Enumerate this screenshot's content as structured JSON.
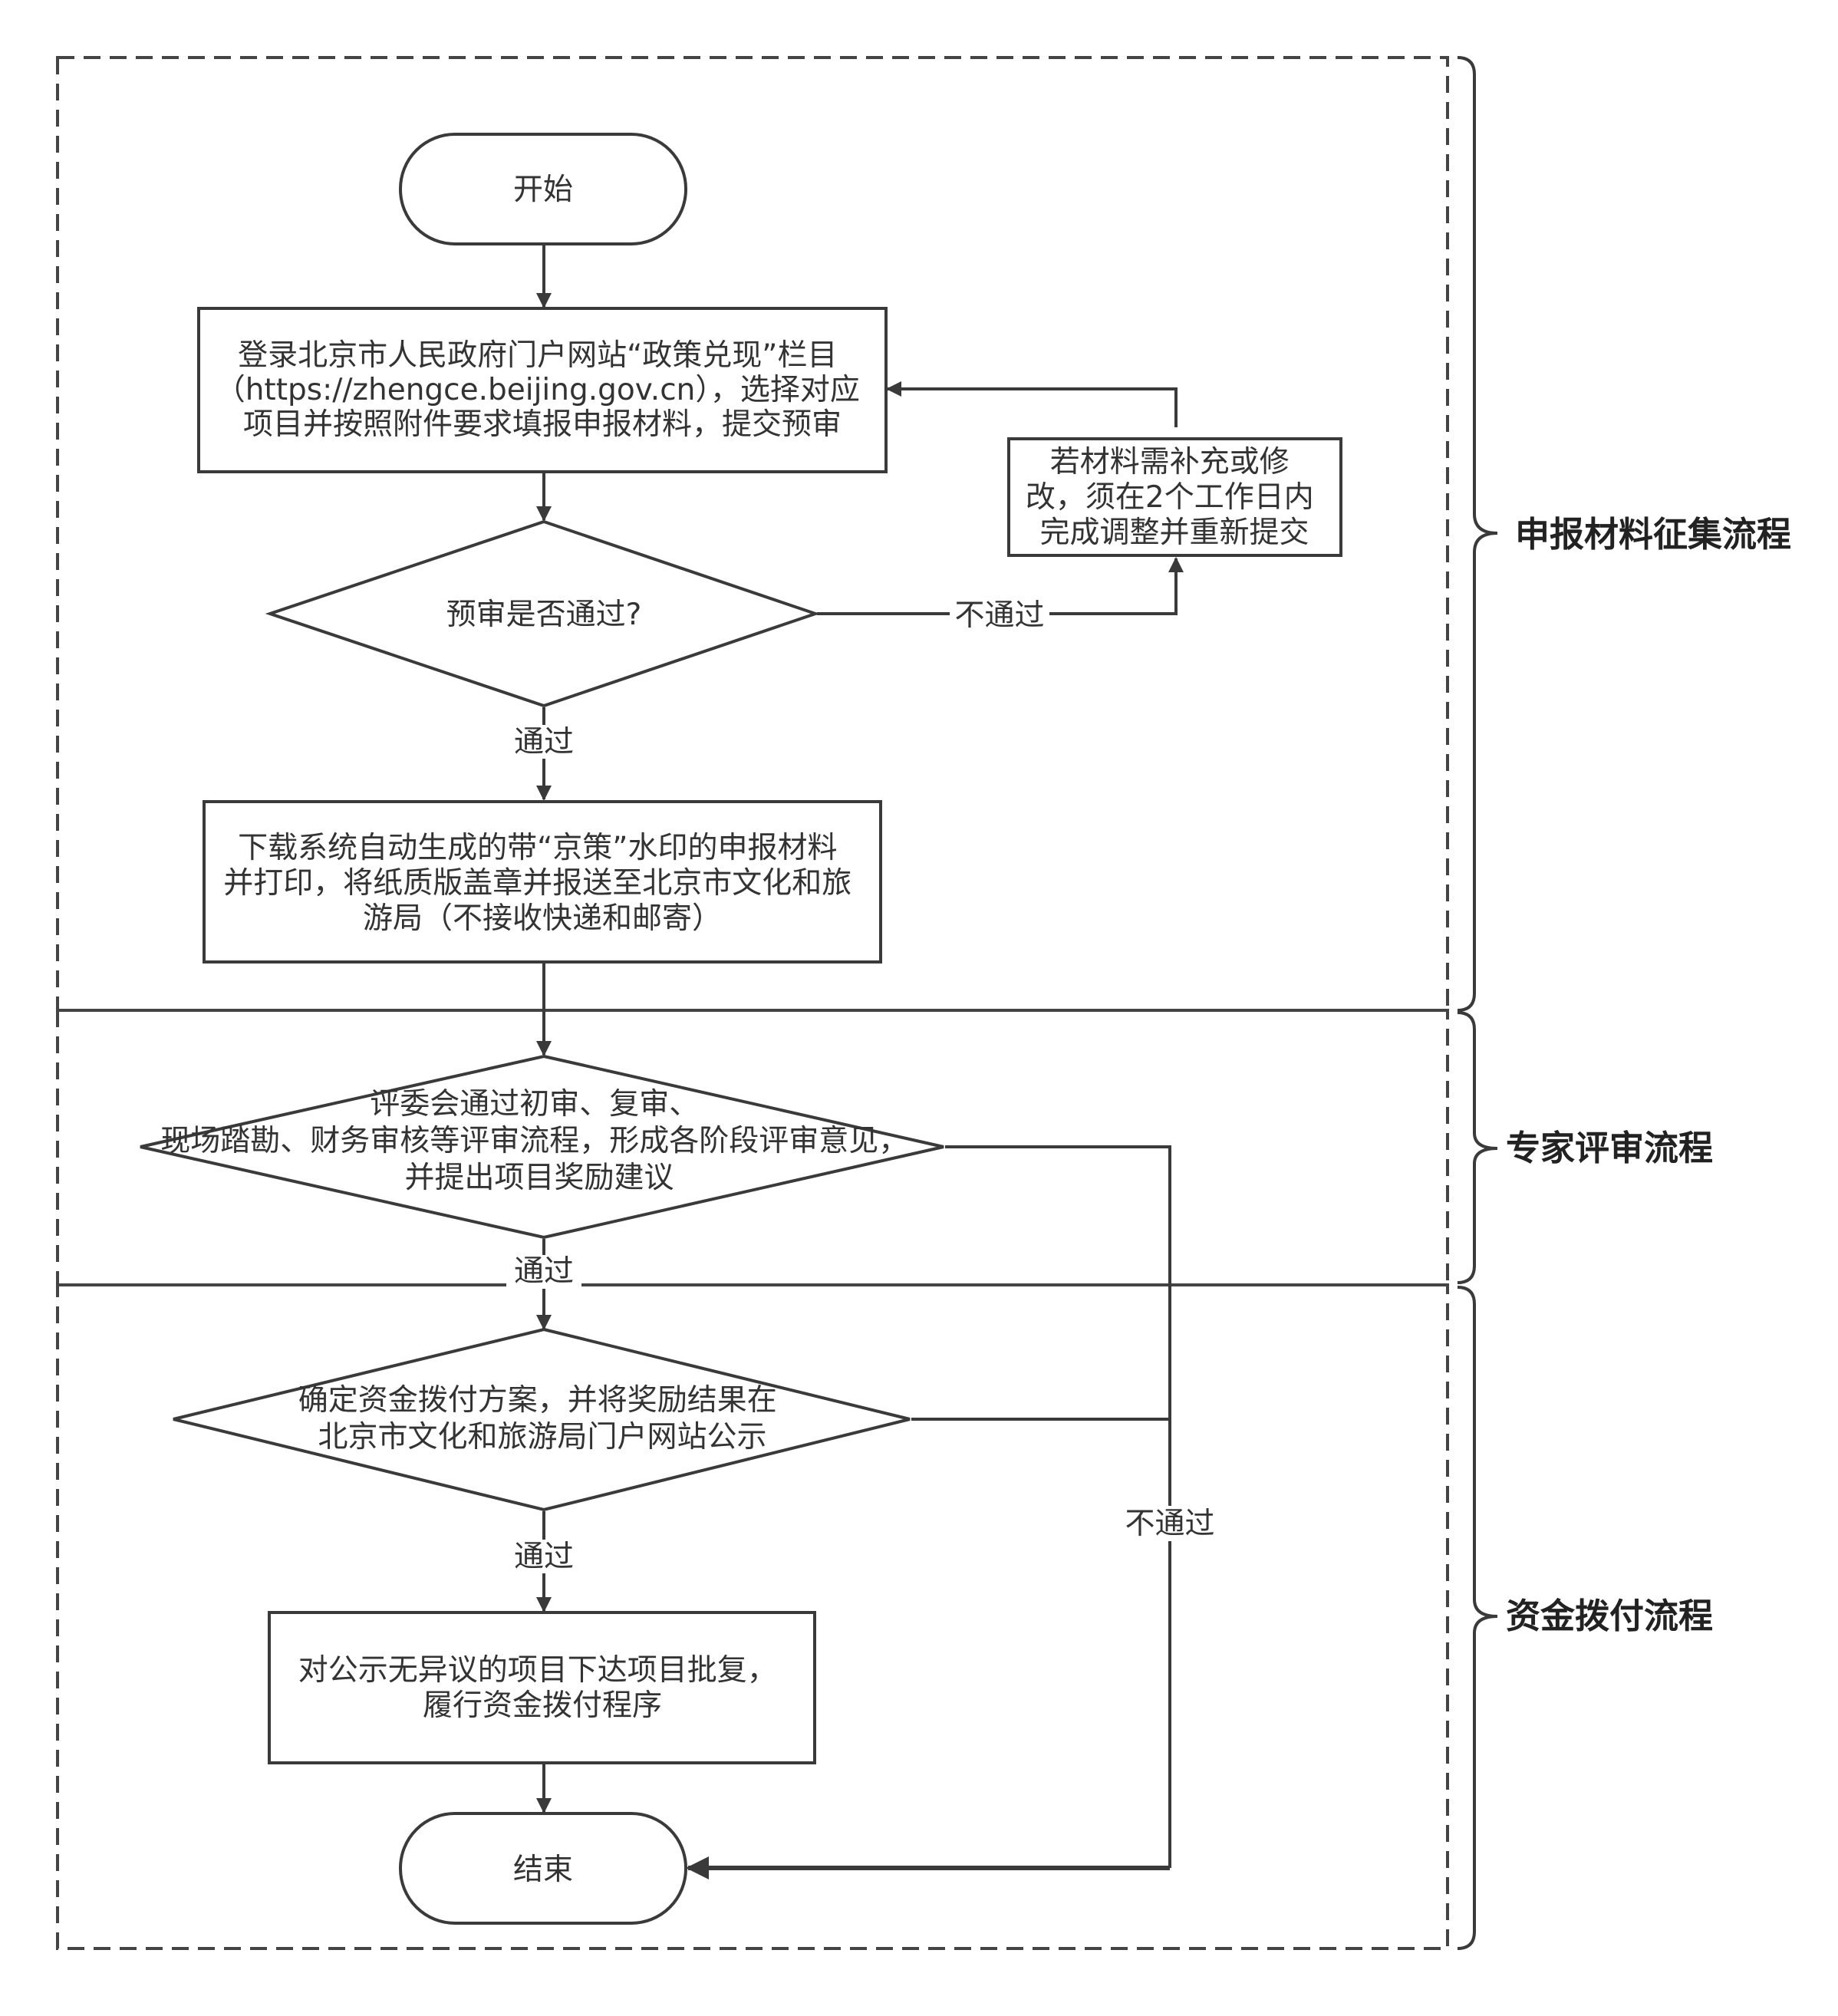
{
  "phases": [
    {
      "label": "申报材料征集流程"
    },
    {
      "label": "专家评审流程"
    },
    {
      "label": "资金拨付流程"
    }
  ],
  "nodes": {
    "start": {
      "label": "开始"
    },
    "login": {
      "lines": [
        "登录北京市人民政府门户网站“政策兑现”栏目",
        "（https://zhengce.beijing.gov.cn），选择对应",
        "项目并按照附件要求填报申报材料，提交预审"
      ]
    },
    "revise": {
      "lines": [
        "若材料需补充或修",
        "改，须在2个工作日内",
        "完成调整并重新提交"
      ]
    },
    "precheck": {
      "label": "预审是否通过?"
    },
    "download": {
      "lines": [
        "下载系统自动生成的带“京策”水印的申报材料",
        "并打印，将纸质版盖章并报送至北京市文化和旅",
        "游局（不接收快递和邮寄）"
      ]
    },
    "review": {
      "lines": [
        "评委会通过初审、复审、",
        "现场踏勘、财务审核等评审流程，形成各阶段评审意见，",
        "并提出项目奖励建议"
      ]
    },
    "funding": {
      "lines": [
        "确定资金拨付方案，并将奖励结果在",
        "北京市文化和旅游局门户网站公示"
      ]
    },
    "approve": {
      "lines": [
        "对公示无异议的项目下达项目批复，",
        "履行资金拨付程序"
      ]
    },
    "end": {
      "label": "结束"
    }
  },
  "edges": {
    "precheck_fail": "不通过",
    "precheck_pass": "通过",
    "review_pass": "通过",
    "funding_pass": "通过",
    "reject": "不通过"
  }
}
